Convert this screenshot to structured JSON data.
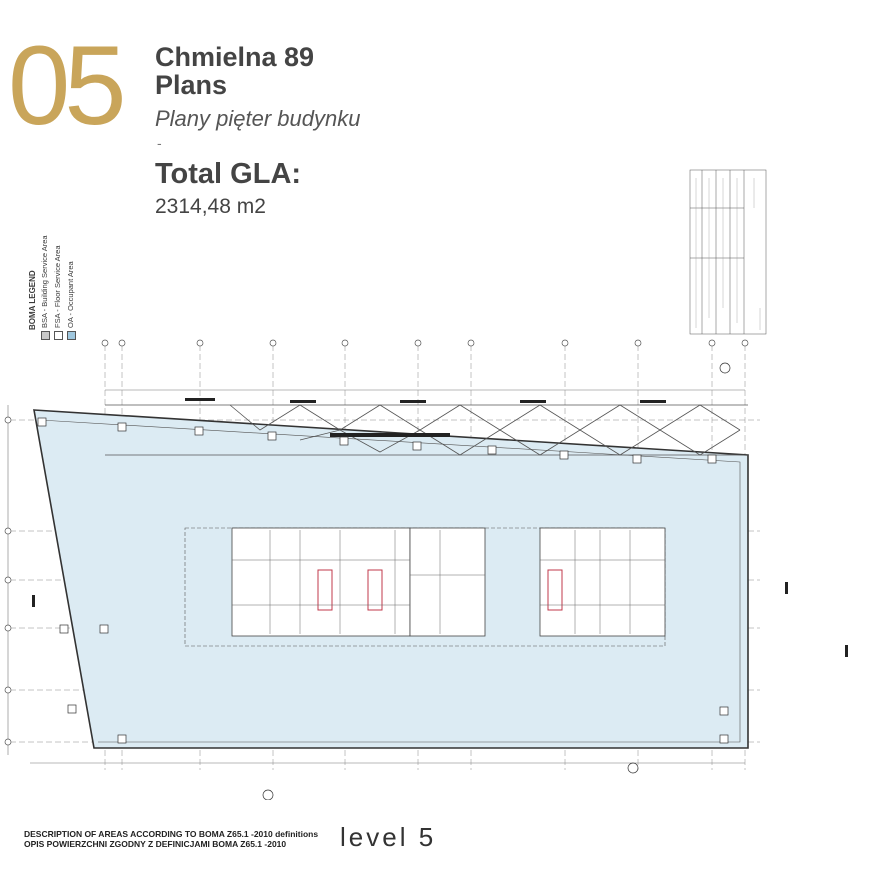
{
  "header": {
    "section_number": "05",
    "title_line1": "Chmielna 89",
    "title_line2": "Plans",
    "subtitle": "Plany pięter budynku",
    "dash": "-",
    "gla_label": "Total GLA:",
    "gla_value": "2314,48 m2"
  },
  "legend": {
    "title": "BOMA LEGEND",
    "items": [
      {
        "label": "BSA - Building Service Area",
        "color": "#c8c8c8"
      },
      {
        "label": "FSA - Floor Service Area",
        "color": "#ffffff"
      },
      {
        "label": "OA - Occupant Area",
        "color": "#9fc7de"
      }
    ]
  },
  "colors": {
    "accent_gold": "#c9a55a",
    "occupant_area": "#dcebf3",
    "service_area": "#ffffff",
    "lines": "#333333"
  },
  "footer": {
    "description_en": "DESCRIPTION OF AREAS ACCORDING TO BOMA Z65.1 -2010 definitions",
    "description_pl": "OPIS POWIERZCHNI ZGODNY Z DEFINICJAMI BOMA Z65.1 -2010",
    "level": "level 5"
  }
}
